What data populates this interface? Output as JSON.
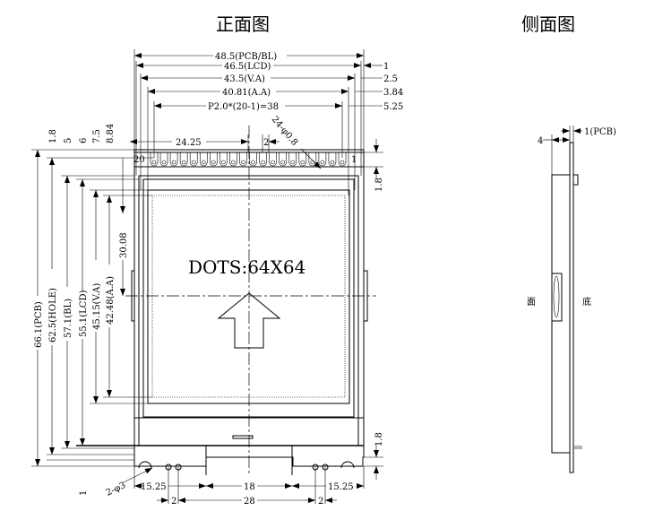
{
  "titles": {
    "front_view": "正面图",
    "side_view": "侧面图"
  },
  "display_text": "DOTS:64X64",
  "top_dimensions": {
    "pcb_bl": "48.5(PCB/BL)",
    "lcd": "46.5(LCD)",
    "va": "43.5(V.A)",
    "aa": "40.81(A.A)",
    "pitch": "P2.0*(20-1)=38",
    "center_offset": "24.25",
    "pin_gap": "2",
    "pin_holes": "24-φ0.8",
    "right_1": "1",
    "right_2": "2.5",
    "right_3": "3.84",
    "right_4": "5.25"
  },
  "pin_labels": {
    "first": "20",
    "last": "1"
  },
  "left_dimensions": {
    "pcb": "66.1(PCB)",
    "hole": "62.5(HOLE)",
    "bl": "57.1(BL)",
    "lcd": "55.1(LCD)",
    "va": "45.15(V.A)",
    "aa": "42.48(A.A)",
    "center": "30.08",
    "top_1": "1.8",
    "top_2": "5",
    "top_3": "6",
    "top_4": "7.5",
    "top_5": "8.84"
  },
  "right_dimensions": {
    "upper": "1.8",
    "lower": "1.8"
  },
  "bottom_dimensions": {
    "left": "15.25",
    "center": "18",
    "right": "15.25",
    "pin_left": "2",
    "span": "28",
    "pin_right": "2",
    "holes": "2-φ3",
    "bottom_left": "1"
  },
  "side_view": {
    "pcb": "1(PCB)",
    "depth": "4",
    "face_label": "面",
    "bottom_label": "底"
  }
}
